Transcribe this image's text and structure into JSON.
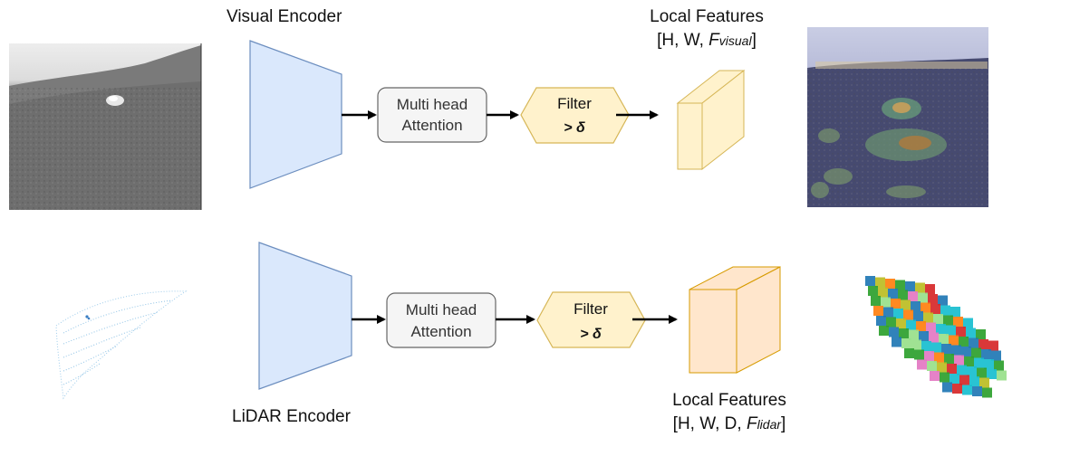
{
  "visual_row": {
    "encoder_label": "Visual Encoder",
    "attention_line1": "Multi head",
    "attention_line2": "Attention",
    "filter_label": "Filter",
    "filter_cond": "> δ",
    "features_title": "Local Features",
    "features_shape_prefix": "[H, W, ",
    "features_shape_var": "F",
    "features_shape_sub": "visual",
    "features_shape_suffix": "]"
  },
  "lidar_row": {
    "encoder_label": "LiDAR Encoder",
    "attention_line1": "Multi head",
    "attention_line2": "Attention",
    "filter_label": "Filter",
    "filter_cond": "> δ",
    "features_title": "Local Features",
    "features_shape_prefix": "[H, W, D, ",
    "features_shape_var": "F",
    "features_shape_sub": "lidar",
    "features_shape_suffix": "]"
  },
  "colors": {
    "encoder_fill": "#dae8fc",
    "encoder_stroke": "#6c8ebf",
    "attention_fill": "#f5f5f5",
    "attention_stroke": "#666666",
    "filter_fill": "#fff2cc",
    "filter_stroke": "#d6b656",
    "visual_cube_fill": "#fff2cc",
    "lidar_cube_fill": "#ffe6cc",
    "lidar_cube_stroke": "#d79b00"
  }
}
